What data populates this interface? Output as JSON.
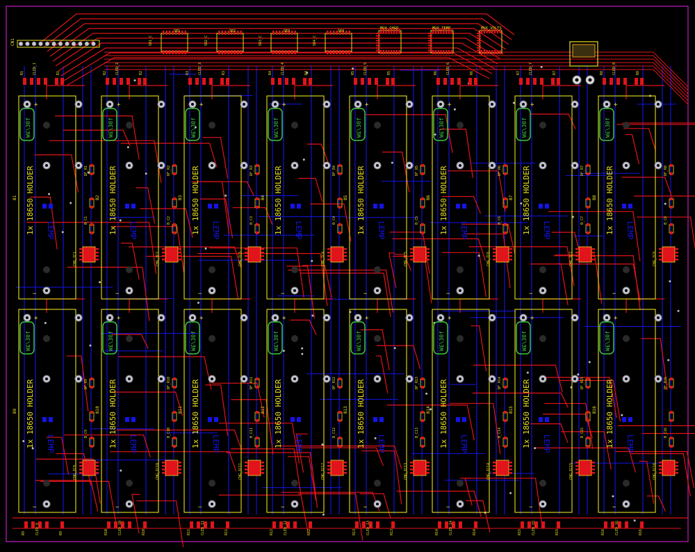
{
  "board": {
    "connector_label": "CN1",
    "shift_registers": [
      "SR1_C",
      "SR2_C",
      "SR3_C",
      "SR4_C"
    ],
    "shift_register_parts": [
      "SR1",
      "SR2",
      "SR3",
      "SR4"
    ],
    "muxes": [
      "MUX_CHGD",
      "MUX_TEMP",
      "MUX_VOLTS"
    ],
    "holder_text": "1x 18650 HOLDER",
    "fuse_text": "W£\\30f",
    "temp_sensor_text": "LEMP",
    "colors": {
      "top_copper": "#e0141a",
      "bottom_copper": "#1414e8",
      "silkscreen": "#e8e020",
      "outline": "#c21cc2",
      "pad": "#c8c8d8"
    },
    "rows": [
      {
        "batteries": [
          "B1",
          "B2",
          "B3",
          "B4",
          "B5",
          "B6",
          "B7",
          "B8"
        ],
        "top_labels": [
          [
            "R1",
            "CLED_1",
            "R1"
          ],
          [
            "R2",
            "CLED_2",
            "R2"
          ],
          [
            "R3",
            "CLED_3",
            "R3"
          ],
          [
            "R4",
            "CLED_4",
            "R4"
          ],
          [
            "R5",
            "CLED_5",
            "R5"
          ],
          [
            "R6",
            "CLED_6",
            "R6"
          ],
          [
            "R7",
            "CLED_7",
            "R7"
          ],
          [
            "R8",
            "CLED_8",
            "R8"
          ]
        ],
        "chg_ics": [
          "CHG_IC1",
          "CHG_IC2",
          "CHG_IC3",
          "CHG_IC4",
          "CHG_IC5",
          "CHG_IC6",
          "CHG_IC7",
          "CHG_IC8"
        ],
        "sense_resistors": [
          "DF_R1",
          "DF_R2",
          "DF_R3",
          "DF_R4",
          "DF_R5",
          "DF_R6",
          "DF_R7",
          "DF_R8"
        ],
        "bc_labels": [
          "B_C1",
          "B_C2",
          "B_C3",
          "B_C4",
          "B_C5",
          "B_C6",
          "B_C7",
          "B_C8"
        ]
      },
      {
        "batteries": [
          "B9",
          "B10",
          "B11",
          "B12",
          "B13",
          "B14",
          "B15",
          "B16"
        ],
        "bottom_labels": [
          [
            "R9",
            "CLED_9",
            "R9"
          ],
          [
            "R10",
            "CLED_10",
            "R10"
          ],
          [
            "R11",
            "CLED_11",
            "R11"
          ],
          [
            "R12",
            "CLED_12",
            "R12"
          ],
          [
            "R13",
            "CLED_13",
            "R13"
          ],
          [
            "R14",
            "CLED_14",
            "R14"
          ],
          [
            "R15",
            "CLED_15",
            "R15"
          ],
          [
            "R16",
            "CLED_16",
            "R16"
          ]
        ],
        "chg_ics": [
          "CHG_IC9",
          "CHG_IC10",
          "CHG_IC11",
          "CHG_IC12",
          "CHG_IC13",
          "CHG_IC14",
          "CHG_IC15",
          "CHG_IC16"
        ],
        "sense_resistors": [
          "DF_R9",
          "DF_R10",
          "DF_R11",
          "DF_R12",
          "DF_R13",
          "DF_R14",
          "DF_R15",
          "DF_R16"
        ],
        "bc_labels": [
          "B_C9",
          "B_C10",
          "B_C11",
          "B_C12",
          "B_C13",
          "B_C14",
          "B_C15",
          "B_C16"
        ]
      }
    ],
    "symbols": {
      "plus": "+",
      "minus": "−"
    }
  }
}
